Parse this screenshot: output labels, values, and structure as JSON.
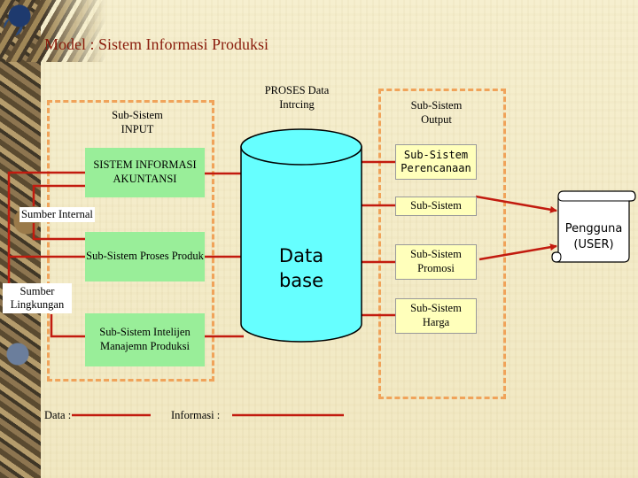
{
  "title": "Model : Sistem Informasi Produksi",
  "input_group": {
    "header": "Sub-Sistem INPUT"
  },
  "process": {
    "header": "PROSES Data Intrcing",
    "database": "Data base"
  },
  "output_group": {
    "header": "Sub-Sistem Output"
  },
  "input_boxes": {
    "sia": "SISTEM INFORMASI AKUNTANSI",
    "proses_produk": "Sub-Sistem Proses Produk",
    "intelijen": "Sub-Sistem Intelijen Manajemn Produksi"
  },
  "output_boxes": {
    "perencanaan": "Sub-Sistem Perencanaan",
    "sub_sistem": "Sub-Sistem",
    "promosi": "Sub-Sistem Promosi",
    "harga": "Sub-Sistem Harga"
  },
  "sources": {
    "internal": "Sumber Internal",
    "lingkungan": "Sumber Lingkungan"
  },
  "user": {
    "label": "Pengguna (USER)"
  },
  "legend": {
    "data": "Data :",
    "informasi": "Informasi :"
  },
  "colors": {
    "arrow": "#c21b0f",
    "dashed_border": "#f0a35a",
    "box_green": "#99ee99",
    "box_yellow": "#ffffbb",
    "database": "#66ffff",
    "title": "#8a1c0c"
  }
}
